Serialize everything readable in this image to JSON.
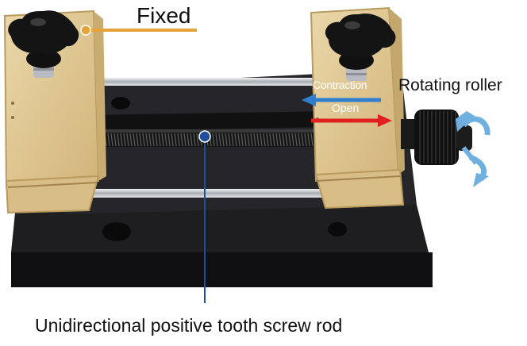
{
  "labels": {
    "fixed": "Fixed",
    "rotating_roller": "Rotating roller",
    "contraction": "Contraction",
    "open": "Open",
    "screw_rod": "Unidirectional positive tooth screw rod"
  },
  "colors": {
    "wood_block": "#e2c993",
    "wood_edge": "#b99a5f",
    "base_black": "#1c1c1e",
    "rail_silver": "#c9ccd1",
    "knob_black": "#141414",
    "leader_orange": "#e8a23a",
    "leader_blue": "#1f4e9c",
    "arrow_blue": "#2f7fd0",
    "arrow_red": "#e02020",
    "rotation_arrow": "#6fb0e0"
  }
}
